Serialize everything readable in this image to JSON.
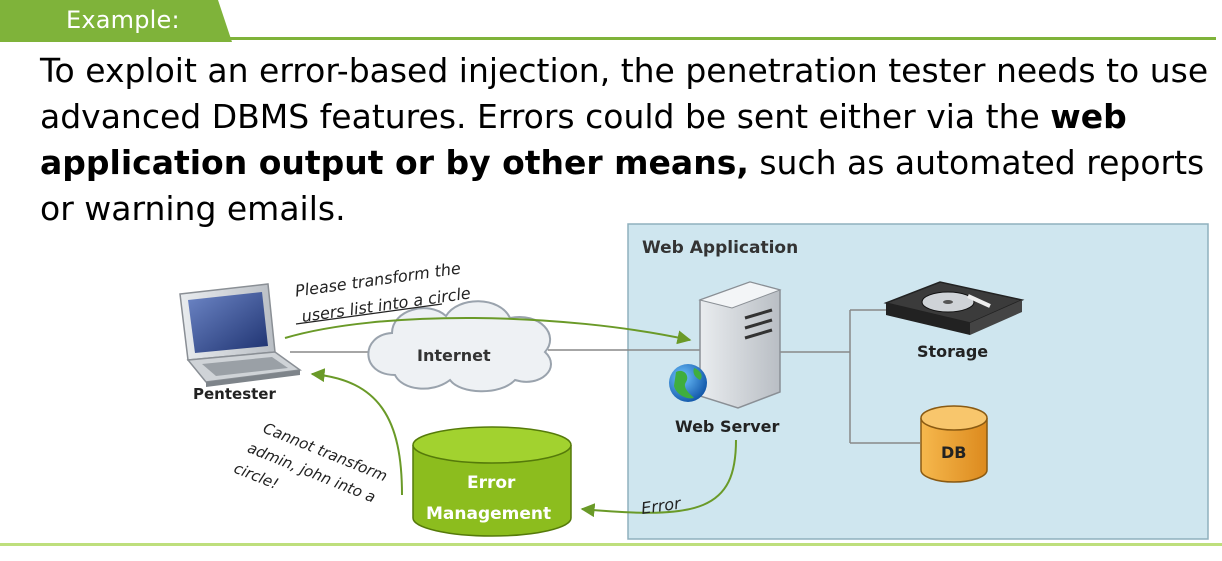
{
  "header": {
    "tag_label": "Example:"
  },
  "paragraph": {
    "part1": "To exploit an error-based injection, the penetration tester needs to use advanced DBMS features. Errors could be sent either via the ",
    "bold": "web application output or by other means,",
    "part2": " such as automated reports or warning emails."
  },
  "diagram": {
    "web_app_title": "Web Application",
    "pentester_label": "Pentester",
    "internet_label": "Internet",
    "web_server_label": "Web Server",
    "storage_label": "Storage",
    "db_label": "DB",
    "error_mgmt_line1": "Error",
    "error_mgmt_line2": "Management",
    "request_note_line1": "Please transform the",
    "request_note_line2": "users list into a circle",
    "response_note_line1": "Cannot transform",
    "response_note_line2": "admin, john into a",
    "response_note_line3": "circle!",
    "error_note": "Error"
  },
  "colors": {
    "accent_green": "#7fb33a",
    "web_app_bg": "#cfe6ef",
    "error_mgmt_fill": "#8cbd1e",
    "db_fill": "#f0a93c"
  }
}
